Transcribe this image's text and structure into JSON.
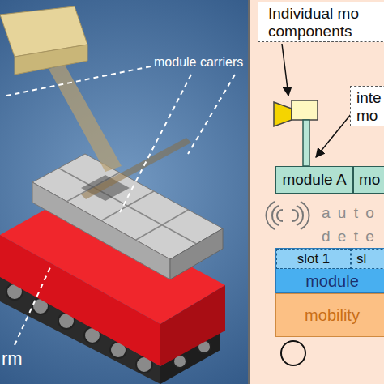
{
  "diagram": {
    "nodes": [
      {
        "text": [
          "Individual mo components"
        ]
      },
      {
        "text": [
          "inte mo"
        ]
      },
      {
        "text": [
          "module A"
        ]
      },
      {
        "text": [
          "mo"
        ]
      },
      {
        "text": [
          "module"
        ]
      },
      {
        "text": [
          "slot 1"
        ],
        "in": 4
      },
      {
        "text": [
          "sl"
        ],
        "in": 4
      },
      {
        "text": [
          "mobility"
        ]
      }
    ],
    "labels": [
      "module carriers",
      "rm",
      "a u t o",
      "d e t e"
    ]
  }
}
